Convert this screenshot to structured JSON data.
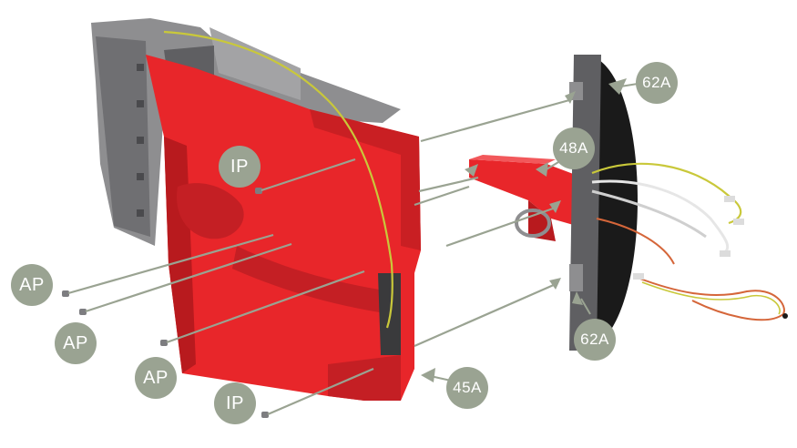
{
  "callouts": {
    "ip_top": "IP",
    "ap_left": "AP",
    "ap_mid": "AP",
    "ap_bottom": "AP",
    "ip_bottom": "IP",
    "label_62a_top": "62A",
    "label_48a": "48A",
    "label_62a_bottom": "62A",
    "label_45a": "45A"
  },
  "colors": {
    "housing_red": "#e8262a",
    "housing_red_dark": "#b81a1e",
    "frame_grey": "#8e8e90",
    "callout_fill": "#9aa392",
    "leader_line": "#9aa392",
    "wire_yellow_green": "#c9c83a",
    "wire_orange": "#d5663a",
    "wire_white": "#e6e6e6",
    "lamp_black": "#1a1a1a"
  },
  "icons": {
    "screw": "screw-icon",
    "arrow": "arrow-head-icon"
  }
}
